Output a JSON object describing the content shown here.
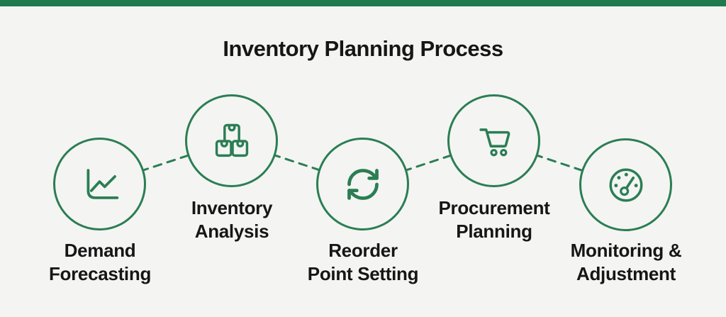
{
  "title": "Inventory Planning Process",
  "colors": {
    "top_bar": "#1f7a4e",
    "stroke": "#2b7e53",
    "background": "#f4f4f3",
    "text": "#161616"
  },
  "nodes": [
    {
      "icon": "line-chart-icon",
      "lines": [
        "Demand",
        "Forecasting"
      ]
    },
    {
      "icon": "boxes-icon",
      "lines": [
        "Inventory",
        "Analysis"
      ]
    },
    {
      "icon": "refresh-icon",
      "lines": [
        "Reorder",
        "Point Setting"
      ]
    },
    {
      "icon": "cart-icon",
      "lines": [
        "Procurement",
        "Planning"
      ]
    },
    {
      "icon": "gauge-icon",
      "lines": [
        "Monitoring &",
        "Adjustment"
      ]
    }
  ]
}
